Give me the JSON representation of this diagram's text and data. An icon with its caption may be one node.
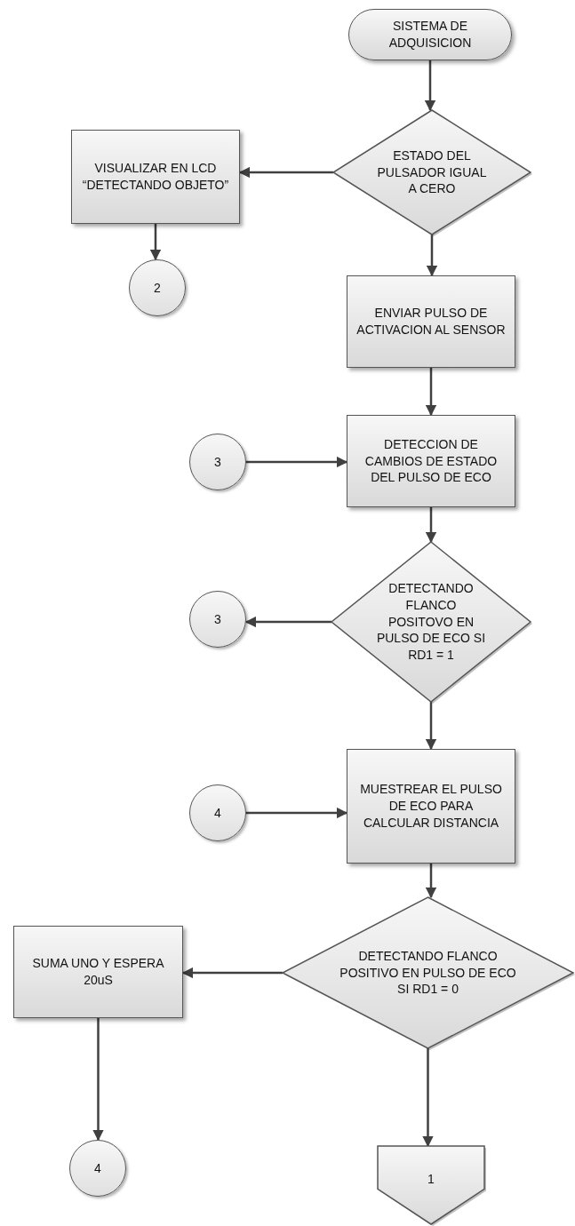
{
  "diagram": {
    "nodes": [
      {
        "text": [
          "SISTEMA DE ADQUISICION"
        ]
      },
      {
        "text": [
          "ESTADO DEL PULSADOR IGUAL A CERO"
        ]
      },
      {
        "text": [
          "VISUALIZAR EN LCD “DETECTANDO OBJETO”"
        ]
      },
      {
        "text": [
          "2"
        ]
      },
      {
        "text": [
          "ENVIAR PULSO DE ACTIVACION AL SENSOR"
        ]
      },
      {
        "text": [
          "3"
        ]
      },
      {
        "text": [
          "DETECCION DE CAMBIOS DE ESTADO DEL PULSO DE ECO"
        ]
      },
      {
        "text": [
          "DETECTANDO FLANCO POSITOVO EN PULSO DE ECO SI RD1 = 1"
        ]
      },
      {
        "text": [
          "3"
        ]
      },
      {
        "text": [
          "4"
        ]
      },
      {
        "text": [
          "MUESTREAR EL PULSO DE ECO PARA CALCULAR DISTANCIA"
        ]
      },
      {
        "text": [
          "DETECTANDO FLANCO POSITIVO EN PULSO DE ECO SI RD1 = 0"
        ]
      },
      {
        "text": [
          "SUMA UNO Y ESPERA 20uS"
        ]
      },
      {
        "text": [
          "4"
        ]
      },
      {
        "text": [
          "1"
        ]
      }
    ],
    "edges": [
      {
        "from": 0,
        "to": 1,
        "arrow": "to"
      },
      {
        "from": 1,
        "to": 2,
        "arrow": "to"
      },
      {
        "from": 2,
        "to": 3,
        "arrow": "to"
      },
      {
        "from": 1,
        "to": 4,
        "arrow": "to"
      },
      {
        "from": 4,
        "to": 6,
        "arrow": "to"
      },
      {
        "from": 5,
        "to": 6,
        "arrow": "to"
      },
      {
        "from": 6,
        "to": 7,
        "arrow": "to"
      },
      {
        "from": 7,
        "to": 8,
        "arrow": "to"
      },
      {
        "from": 7,
        "to": 10,
        "arrow": "to"
      },
      {
        "from": 9,
        "to": 10,
        "arrow": "to"
      },
      {
        "from": 10,
        "to": 11,
        "arrow": "to"
      },
      {
        "from": 11,
        "to": 12,
        "arrow": "to"
      },
      {
        "from": 12,
        "to": 13,
        "arrow": "to"
      },
      {
        "from": 11,
        "to": 14,
        "arrow": "to"
      }
    ]
  }
}
